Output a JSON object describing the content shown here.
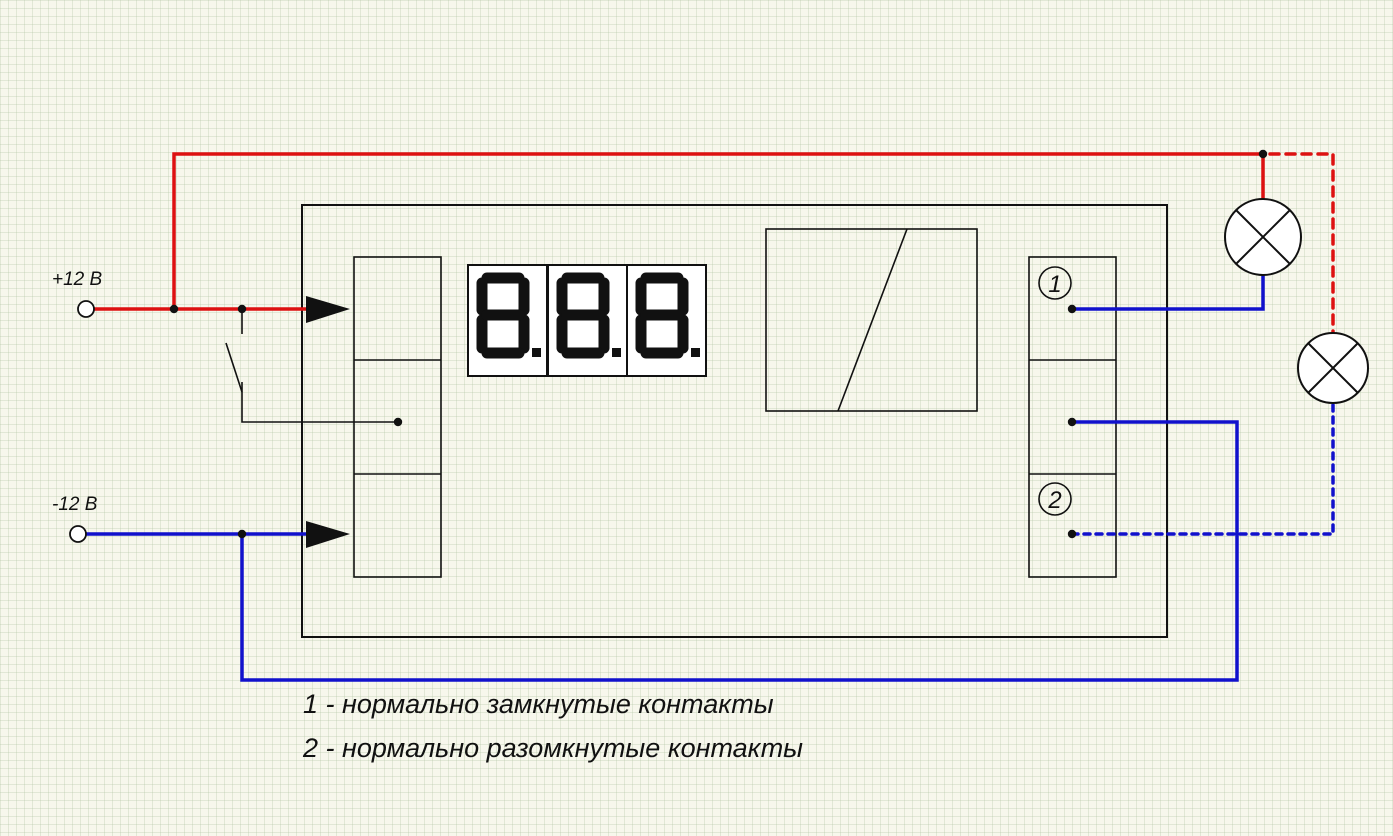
{
  "terminals": {
    "plus": "+12 В",
    "minus": "-12 В"
  },
  "display": {
    "digits": [
      "8.",
      "8.",
      "8."
    ]
  },
  "relay": {
    "contact_1_number": "1",
    "contact_2_number": "2"
  },
  "legend": {
    "line1": "1 - нормально замкнутые контакты",
    "line2": "2 - нормально разомкнутые контакты"
  },
  "colors": {
    "positive_wire": "#dd1111",
    "negative_wire": "#1111cc",
    "device_outline": "#111111",
    "lamp_fill": "#ffffff",
    "background": "#f7f7ec"
  }
}
